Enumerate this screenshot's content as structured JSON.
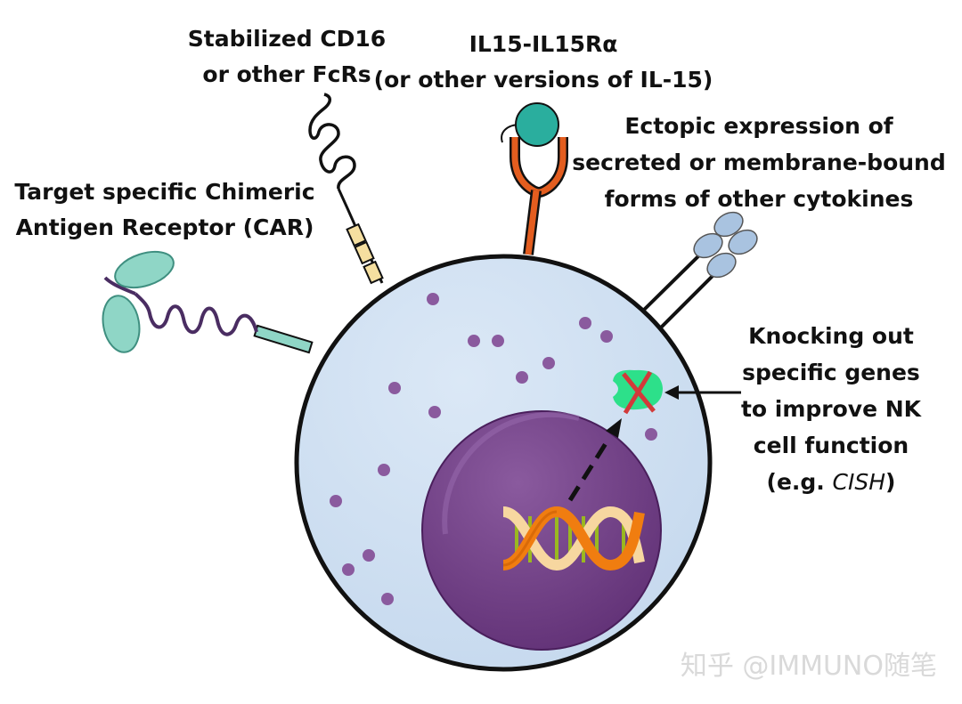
{
  "labels": {
    "fcr": [
      "Stabilized CD16",
      "or other FcRs"
    ],
    "il15": [
      "IL15-IL15Rα",
      "(or other versions of IL-15)"
    ],
    "car": [
      "Target specific Chimeric",
      "Antigen Receptor (CAR)"
    ],
    "cytokines": [
      "Ectopic expression of",
      "secreted or membrane-bound",
      "forms of other cytokines"
    ],
    "knockout": [
      "Knocking out",
      "specific genes",
      "to improve NK",
      "cell function"
    ],
    "knockout_example_prefix": "(e.g. ",
    "knockout_example_gene": "CISH",
    "knockout_example_suffix": ")"
  },
  "watermark": "知乎 @IMMUNO随笔",
  "colors": {
    "cell_fill": "#cfe0f1",
    "cell_stroke": "#111111",
    "nucleus": "#6b3a7d",
    "granule": "#8a5a9e",
    "receptor_orange": "#e35d1f",
    "il15_teal": "#2aae9e",
    "car_teal": "#8fd6c6",
    "car_linker": "#4a2d62",
    "cd16_segment": "#f5dfa0",
    "cytokine_blue": "#a9c3e0",
    "cas_green": "#2de08a",
    "cross_red": "#d23a3a",
    "dna_orange": "#f07d10",
    "dna_rung": "#9ab820"
  }
}
